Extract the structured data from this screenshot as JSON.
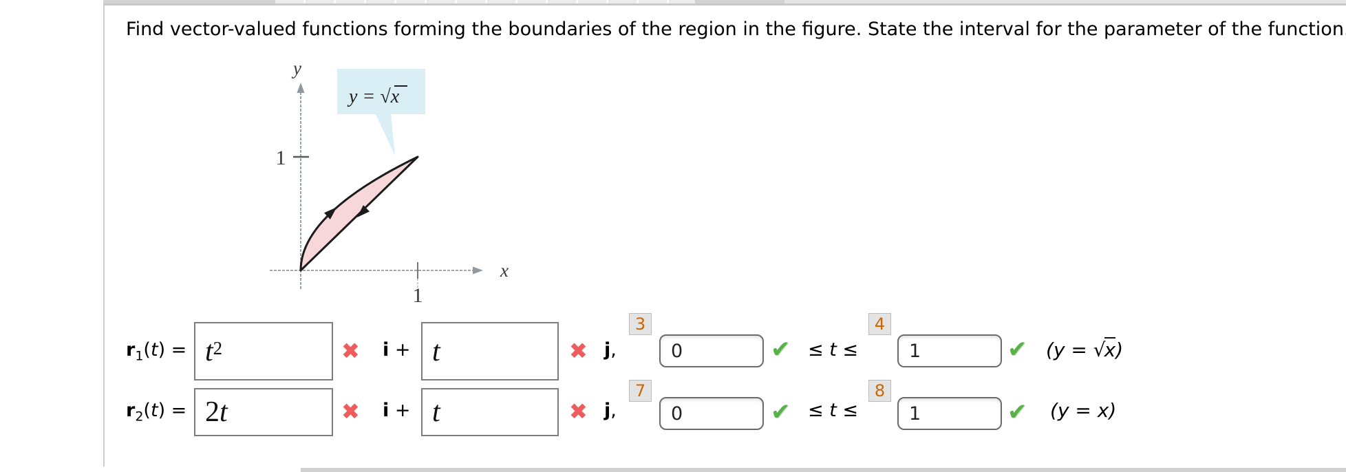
{
  "problem": {
    "statement": "Find vector-valued functions forming the boundaries of the region in the figure. State the interval for the parameter of the function."
  },
  "figure": {
    "y_axis_label": "y",
    "x_axis_label": "x",
    "y_tick_label": "1",
    "x_tick_label": "1",
    "callout_text": "y = √x",
    "region_color": "#f8d7da",
    "callout_color": "#d9eef5",
    "curve_color": "#1b1b1b",
    "curve_upper": "y = sqrt(x) from (0,0) to (1,1)",
    "curve_lower": "y = x from (1,1) to (0,0)"
  },
  "icons": {
    "wrong": "✖",
    "correct": "✔"
  },
  "rows": [
    {
      "r": "r",
      "sub": "1",
      "args_open": "(",
      "args_var": "t",
      "args_close": ") = ",
      "i_coef": "",
      "i_var": "t",
      "i_sup": "2",
      "i_bold": "i",
      "i_plus": " + ",
      "j_coef": "",
      "j_var": "t",
      "j_bold": "j",
      "j_comma": ",",
      "badge_low": "3",
      "low_value": "0",
      "leq1": "≤",
      "t_var": "t",
      "leq2": "≤",
      "badge_high": "4",
      "high_value": "1",
      "note_paren_open": "(",
      "note_y": "y",
      "note_eq": " = ",
      "note_sqrt": "√",
      "note_var": "x",
      "note_paren_close": ")"
    },
    {
      "r": "r",
      "sub": "2",
      "args_open": "(",
      "args_var": "t",
      "args_close": ") = ",
      "i_coef": "2",
      "i_var": "t",
      "i_bold": "i",
      "i_plus": " + ",
      "j_coef": "",
      "j_var": "t",
      "j_bold": "j",
      "j_comma": ",",
      "badge_low": "7",
      "low_value": "0",
      "leq1": "≤",
      "t_var": "t",
      "leq2": "≤",
      "badge_high": "8",
      "high_value": "1",
      "note_paren_open": "(",
      "note_y": "y",
      "note_eq": " = ",
      "note_var": "x",
      "note_paren_close": ")"
    }
  ]
}
